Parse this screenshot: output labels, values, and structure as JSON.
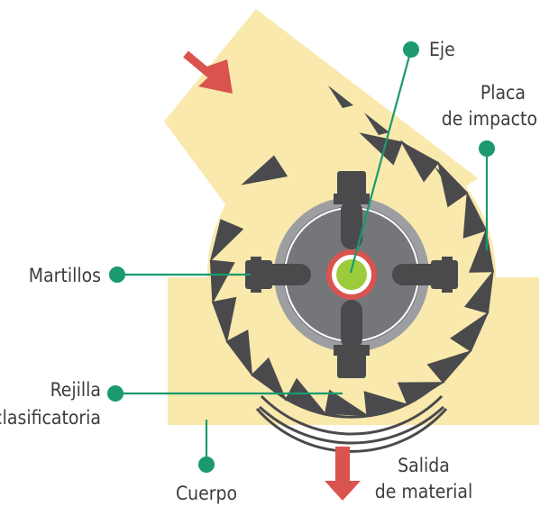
{
  "labels": {
    "eje": "Eje",
    "placa_line1": "Placa",
    "placa_line2": "de impacto",
    "martillos": "Martillos",
    "rejilla_line1": "Rejilla",
    "rejilla_line2": "clasificatoria",
    "cuerpo": "Cuerpo",
    "salida_line1": "Salida",
    "salida_line2": "de material"
  },
  "colors": {
    "body_fill": "#f9e9ad",
    "teeth": "#4a4a4d",
    "rotor_outer": "#9d9ea2",
    "rotor_inner": "#75767a",
    "hammer": "#4a4a4d",
    "shaft_ring": "#d9534f",
    "shaft_core": "#9ccc3c",
    "leader": "#1a9a6e",
    "arrow": "#d9534f",
    "text": "#3d3d3d"
  },
  "icons": {
    "input_arrow": "arrow-down-right-icon",
    "output_arrow": "arrow-down-icon"
  }
}
